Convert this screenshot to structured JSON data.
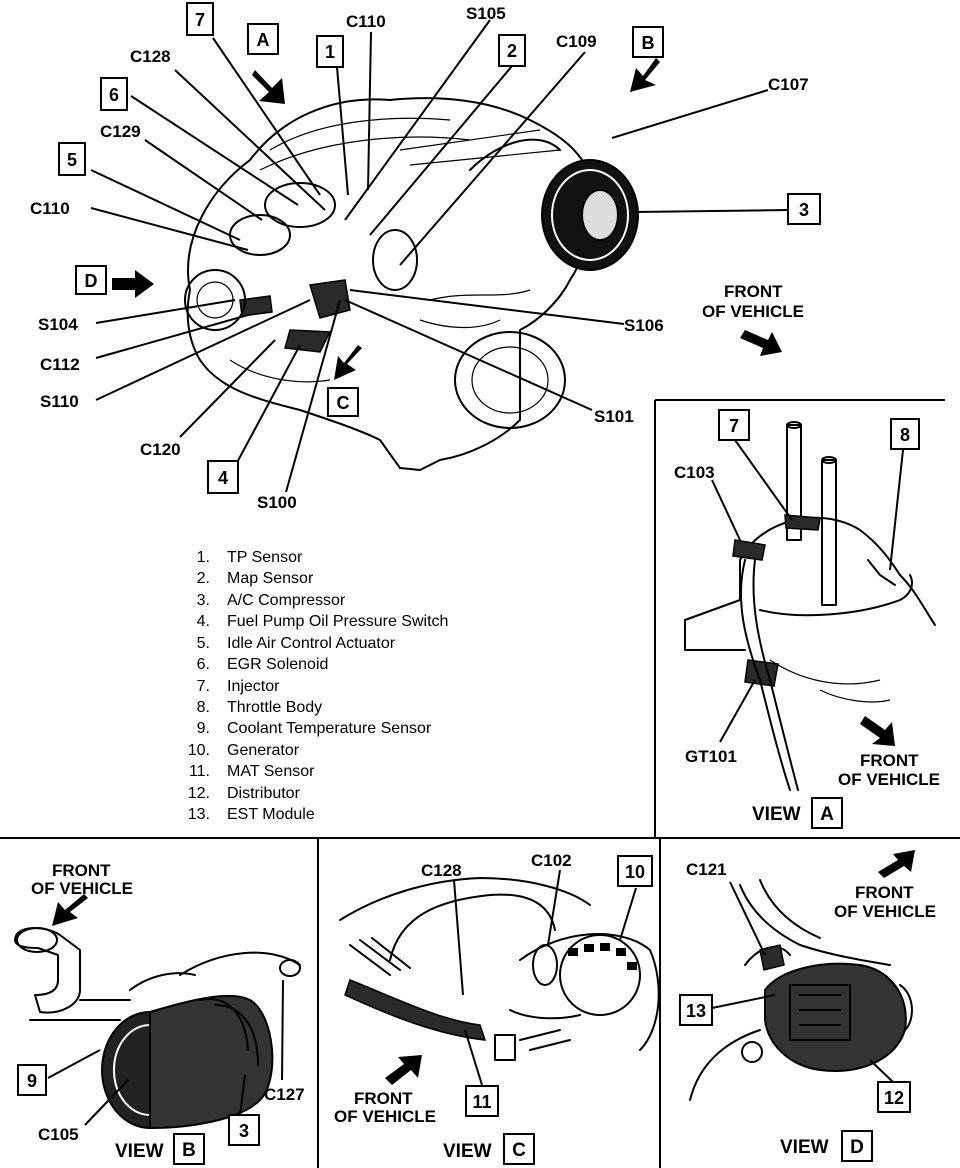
{
  "main_view": {
    "callouts": {
      "c110_top": "C110",
      "s105": "S105",
      "c128": "C128",
      "c109": "C109",
      "c107": "C107",
      "c129": "C129",
      "c110_left": "C110",
      "s104": "S104",
      "c112": "C112",
      "s110": "S110",
      "c120": "C120",
      "s100": "S100",
      "s106": "S106",
      "s101": "S101"
    },
    "numbered_boxes": {
      "n7": "7",
      "n1": "1",
      "n2": "2",
      "n6": "6",
      "n5": "5",
      "n3": "3",
      "n4": "4"
    },
    "view_boxes": {
      "a": "A",
      "b": "B",
      "c": "C",
      "d": "D"
    },
    "front_label_line1": "FRONT",
    "front_label_line2": "OF VEHICLE"
  },
  "legend": [
    {
      "num": "1.",
      "text": "TP Sensor"
    },
    {
      "num": "2.",
      "text": "Map Sensor"
    },
    {
      "num": "3.",
      "text": "A/C Compressor"
    },
    {
      "num": "4.",
      "text": "Fuel Pump Oil Pressure Switch"
    },
    {
      "num": "5.",
      "text": "Idle Air Control Actuator"
    },
    {
      "num": "6.",
      "text": "EGR Solenoid"
    },
    {
      "num": "7.",
      "text": "Injector"
    },
    {
      "num": "8.",
      "text": "Throttle Body"
    },
    {
      "num": "9.",
      "text": "Coolant Temperature Sensor"
    },
    {
      "num": "10.",
      "text": "Generator"
    },
    {
      "num": "11.",
      "text": "MAT Sensor"
    },
    {
      "num": "12.",
      "text": "Distributor"
    },
    {
      "num": "13.",
      "text": "EST Module"
    }
  ],
  "view_a": {
    "n7": "7",
    "n8": "8",
    "c103": "C103",
    "gt101": "GT101",
    "front_line1": "FRONT",
    "front_line2": "OF VEHICLE",
    "view_word": "VIEW",
    "view_letter": "A"
  },
  "view_b": {
    "front_line1": "FRONT",
    "front_line2": "OF VEHICLE",
    "n9": "9",
    "n3": "3",
    "c105": "C105",
    "c127": "C127",
    "view_word": "VIEW",
    "view_letter": "B"
  },
  "view_c": {
    "c128": "C128",
    "c102": "C102",
    "n10": "10",
    "n11": "11",
    "front_line1": "FRONT",
    "front_line2": "OF VEHICLE",
    "view_word": "VIEW",
    "view_letter": "C"
  },
  "view_d": {
    "c121": "C121",
    "n13": "13",
    "n12": "12",
    "front_line1": "FRONT",
    "front_line2": "OF VEHICLE",
    "view_word": "VIEW",
    "view_letter": "D"
  }
}
